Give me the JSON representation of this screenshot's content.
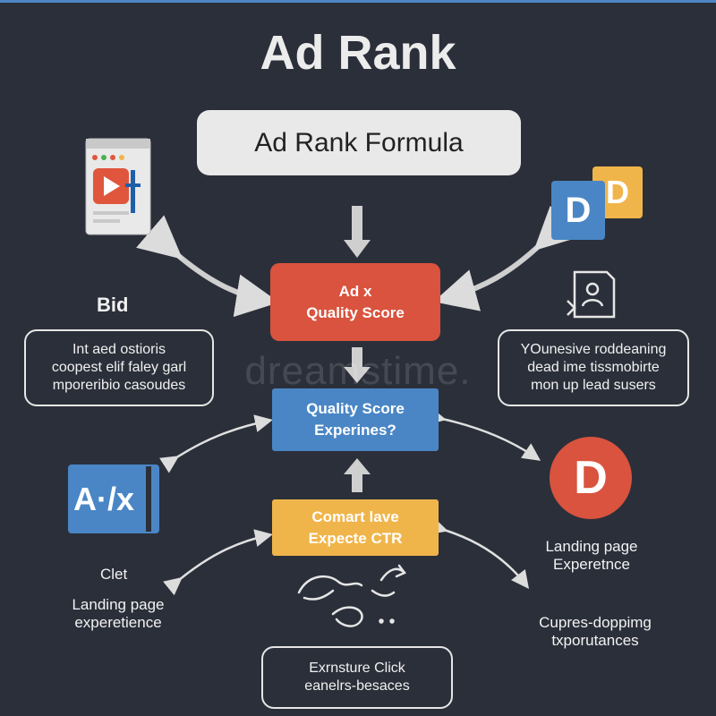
{
  "title": "Ad Rank",
  "formula_box": "Ad Rank Formula",
  "nodes": {
    "red": {
      "line1": "Ad x",
      "line2": "Quality Score"
    },
    "blue": {
      "line1": "Quality Score",
      "line2": "Experines?"
    },
    "yellow": {
      "line1": "Comart lave",
      "line2": "Expecte CTR"
    }
  },
  "left_label": "Bid",
  "left_box": [
    "Int aed ostioris",
    "coopest elif faley garl",
    "mporeribio casoudes"
  ],
  "right_box": [
    "YOunesive roddeaning",
    "dead ime tissmobirte",
    "mon up lead susers"
  ],
  "bottom_box": [
    "Exrnsture Click",
    "eanelrs-besaces"
  ],
  "left_icon_text": "A·/x",
  "right_badge_top": "D",
  "right_badge_bottom": "D",
  "right_mid_label": [
    "Landing page",
    "Experetnce"
  ],
  "left_bottom_label_1": "Clet",
  "left_bottom_label_2": [
    "Landing page",
    "experetience"
  ],
  "right_bottom_label": [
    "Cupres-doppimg",
    "txporutances"
  ],
  "watermark": "dreamstime.",
  "colors": {
    "background": "#2b2f3a",
    "red": "#d9533e",
    "blue": "#4a86c5",
    "yellow": "#f0b54a",
    "light_box": "#e9e9e9"
  }
}
